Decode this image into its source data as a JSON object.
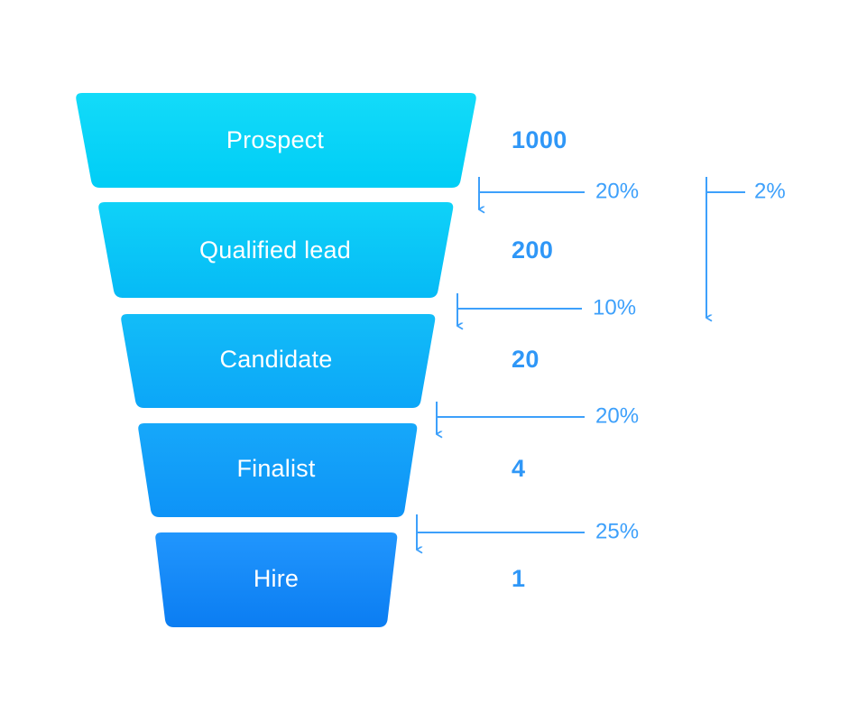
{
  "chart_data": {
    "type": "funnel",
    "title": "",
    "stages": [
      {
        "label": "Prospect",
        "value": "1000",
        "count": 1000,
        "fill_top": "#13DBF9",
        "fill_bottom": "#00CDF6"
      },
      {
        "label": "Qualified lead",
        "value": "200",
        "count": 200,
        "fill_top": "#0FD2F8",
        "fill_bottom": "#06BAF6"
      },
      {
        "label": "Candidate",
        "value": "20",
        "count": 20,
        "fill_top": "#12BDF8",
        "fill_bottom": "#0CA6F8"
      },
      {
        "label": "Finalist",
        "value": "4",
        "count": 4,
        "fill_top": "#16A8FA",
        "fill_bottom": "#0E93F7"
      },
      {
        "label": "Hire",
        "value": "1",
        "count": 1,
        "fill_top": "#2196FD",
        "fill_bottom": "#0B7DF2"
      }
    ],
    "conversions": [
      {
        "label": "20%",
        "value": 20,
        "from": "Prospect",
        "to": "Qualified lead"
      },
      {
        "label": "10%",
        "value": 10,
        "from": "Qualified lead",
        "to": "Candidate"
      },
      {
        "label": "20%",
        "value": 20,
        "from": "Candidate",
        "to": "Finalist"
      },
      {
        "label": "25%",
        "value": 25,
        "from": "Finalist",
        "to": "Hire"
      }
    ],
    "overall_conversion": {
      "label": "2%",
      "value": 2,
      "from": "Prospect",
      "to": "Hire"
    },
    "accent_color": "#3DA0FB",
    "value_color": "#2F97F7",
    "label_color": "#FFFFFF",
    "background": "#FFFFFF"
  }
}
